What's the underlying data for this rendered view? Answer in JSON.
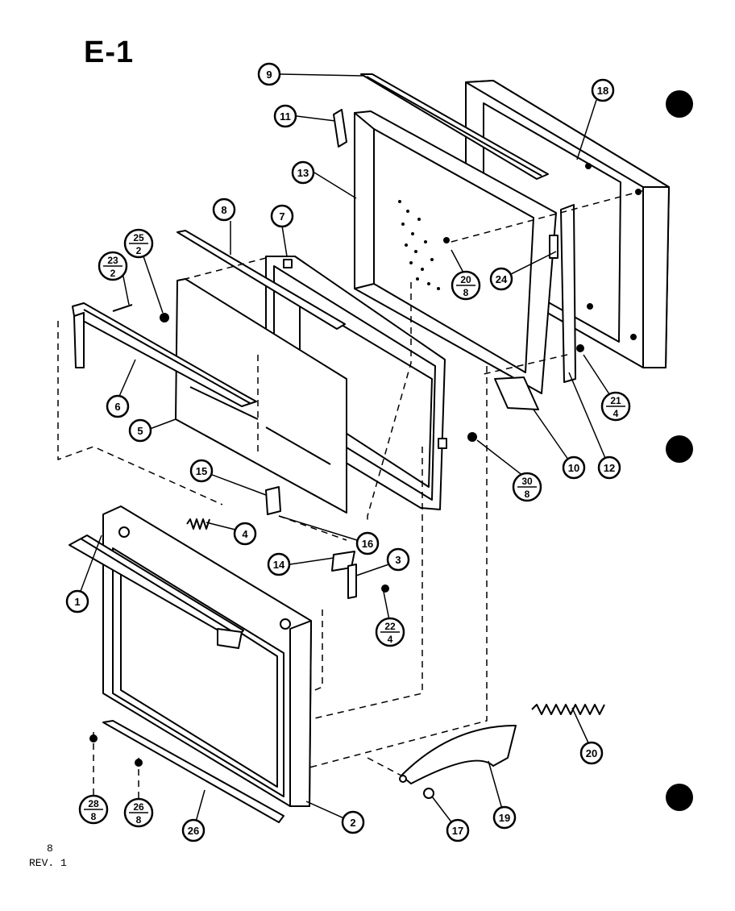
{
  "title": "E-1",
  "footer": {
    "page": "8",
    "rev": "REV. 1"
  },
  "callouts": [
    {
      "id": "c9",
      "label": "9"
    },
    {
      "id": "c11",
      "label": "11"
    },
    {
      "id": "c13",
      "label": "13"
    },
    {
      "id": "c18",
      "label": "18"
    },
    {
      "id": "c8",
      "label": "8"
    },
    {
      "id": "c7",
      "label": "7"
    },
    {
      "id": "c25",
      "num": "25",
      "den": "2"
    },
    {
      "id": "c23",
      "num": "23",
      "den": "2"
    },
    {
      "id": "c20f",
      "num": "20",
      "den": "8"
    },
    {
      "id": "c24",
      "label": "24"
    },
    {
      "id": "c6",
      "label": "6"
    },
    {
      "id": "c5",
      "label": "5"
    },
    {
      "id": "c21",
      "num": "21",
      "den": "4"
    },
    {
      "id": "c10",
      "label": "10"
    },
    {
      "id": "c12",
      "label": "12"
    },
    {
      "id": "c30",
      "num": "30",
      "den": "8"
    },
    {
      "id": "c15",
      "label": "15"
    },
    {
      "id": "c16",
      "label": "16"
    },
    {
      "id": "c4",
      "label": "4"
    },
    {
      "id": "c14",
      "label": "14"
    },
    {
      "id": "c3",
      "label": "3"
    },
    {
      "id": "c1",
      "label": "1"
    },
    {
      "id": "c22",
      "num": "22",
      "den": "4"
    },
    {
      "id": "c20",
      "label": "20"
    },
    {
      "id": "c19",
      "label": "19"
    },
    {
      "id": "c28",
      "num": "28",
      "den": "8"
    },
    {
      "id": "c26f",
      "num": "26",
      "den": "8"
    },
    {
      "id": "c26",
      "label": "26"
    },
    {
      "id": "c2",
      "label": "2"
    },
    {
      "id": "c17",
      "label": "17"
    }
  ]
}
